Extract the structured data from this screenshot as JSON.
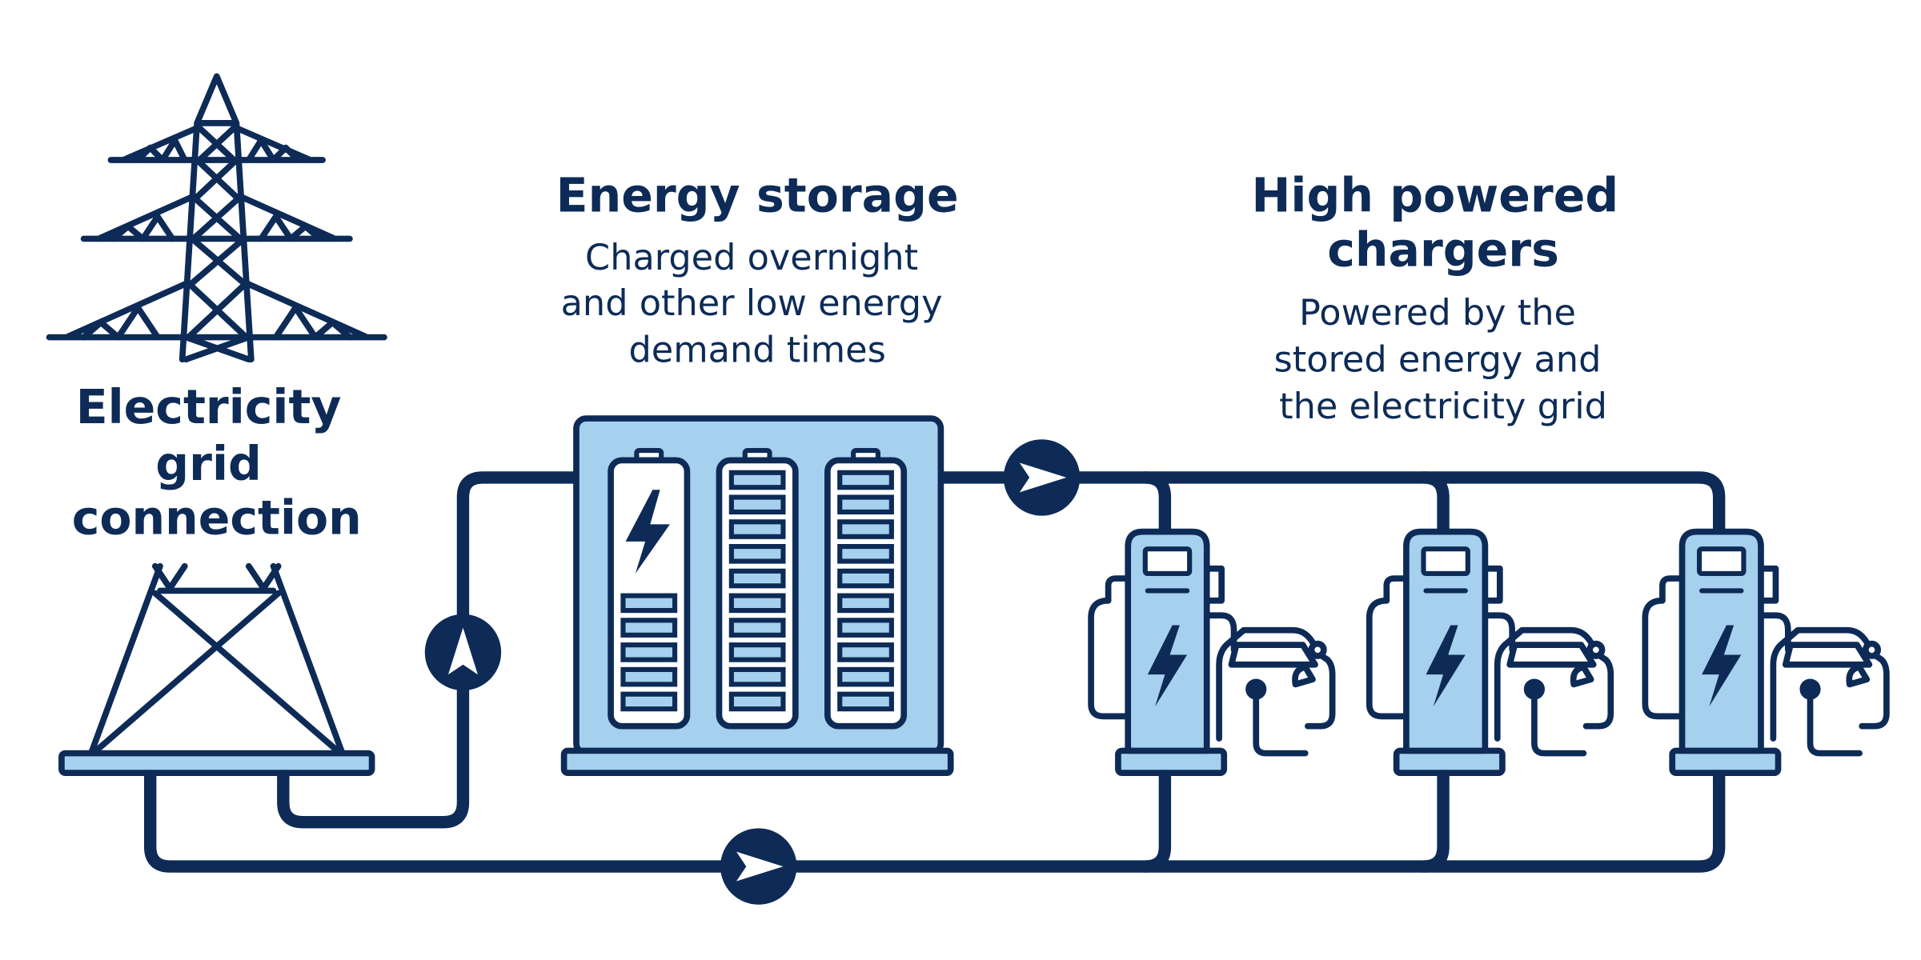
{
  "grid": {
    "title_lines": [
      "Electricity",
      "grid",
      "connection"
    ]
  },
  "storage": {
    "title": "Energy storage",
    "desc_lines": [
      "Charged overnight",
      "and other low energy",
      "demand times"
    ]
  },
  "chargers": {
    "title_lines": [
      "High powered",
      "chargers"
    ],
    "desc_lines": [
      "Powered by the",
      "stored energy and",
      "the electricity grid"
    ]
  },
  "colors": {
    "navy": "#0d2b56",
    "light_blue": "#a6d1ee",
    "white": "#ffffff"
  },
  "icons": [
    "pylon-icon",
    "battery-icon",
    "lightning-bolt-icon",
    "ev-charger-icon",
    "car-icon",
    "flow-arrow-icon"
  ]
}
